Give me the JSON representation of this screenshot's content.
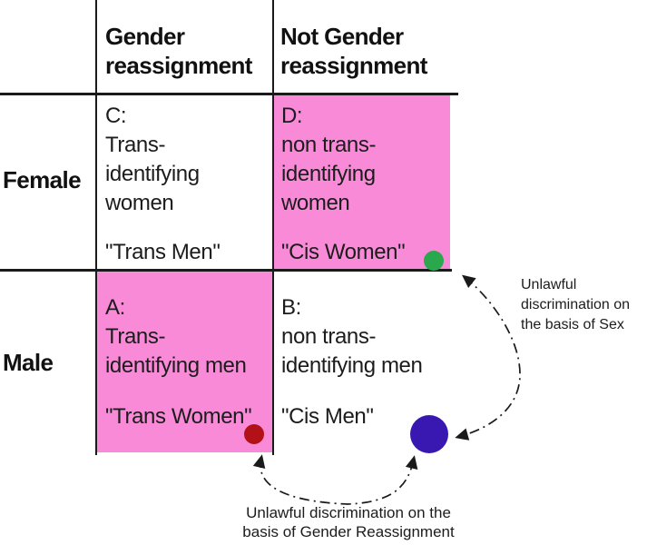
{
  "colors": {
    "highlight_pink": "#f98ad8",
    "green_dot": "#2ba84d",
    "red_dot": "#b11117",
    "blue_circle": "#3818b0",
    "line": "#1a1a1a",
    "text": "#1c1c1c"
  },
  "table": {
    "column_headers": [
      "Gender reassignment",
      "Not Gender reassignment"
    ],
    "row_headers": [
      "Female",
      "Male"
    ],
    "cells": [
      {
        "key": "C",
        "text": "C:\nTrans-\nidentifying\nwomen",
        "quote": "\"Trans Men\"",
        "highlighted": false
      },
      {
        "key": "D",
        "text": "D:\nnon trans-\nidentifying\nwomen",
        "quote": "\"Cis Women\"",
        "highlighted": true,
        "dot": "green"
      },
      {
        "key": "A",
        "text": "A:\nTrans-\nidentifying men",
        "quote": "\"Trans Women\"",
        "highlighted": true,
        "dot": "dark-red"
      },
      {
        "key": "B",
        "text": "B:\nnon trans-\nidentifying men",
        "quote": "\"Cis Men\"",
        "highlighted": false
      }
    ]
  },
  "annotations": {
    "sex_note": "Unlawful discrimination on the basis of Sex",
    "gender_reassignment_note": "Unlawful discrimination on the basis of Gender Reassignment"
  }
}
